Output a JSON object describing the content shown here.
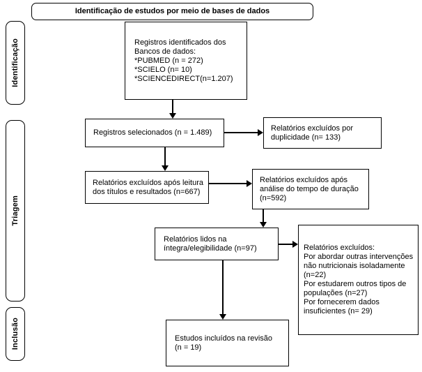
{
  "banner": {
    "label": "Identificação de estudos por meio de bases de dados"
  },
  "stages": {
    "identificacao": "Identificação",
    "triagem": "Triagem",
    "inclusao": "Inclusão"
  },
  "flow": {
    "records_identified": "Registros identificados dos\nBancos de dados:\n*PUBMED (n = 272)\n*SCIELO (n= 10)\n*SCIENCEDIRECT(n=1.207)",
    "records_screened": "Registros selecionados (n = 1.489)",
    "excluded_duplicates": "Relatórios excluídos por\nduplicidade (n= 133)",
    "excluded_titles": "Relatórios excluídos após leitura\ndos títulos e resultados (n=667)",
    "excluded_duration": "Relatórios excluídos após\nanálise do tempo de duração\n(n=592)",
    "full_text_read": "Relatórios lidos na\níntegra/elegibilidade (n=97)",
    "excluded_reasons": "Relatórios excluídos:\nPor abordar outras intervenções\nnão nutricionais isoladamente\n(n=22)\nPor estudarem outros tipos de\npopulações (n=27)\nPor fornecerem dados\ninsuficientes (n= 29)",
    "included_studies": "Estudos incluídos na revisão\n(n = 19)"
  }
}
